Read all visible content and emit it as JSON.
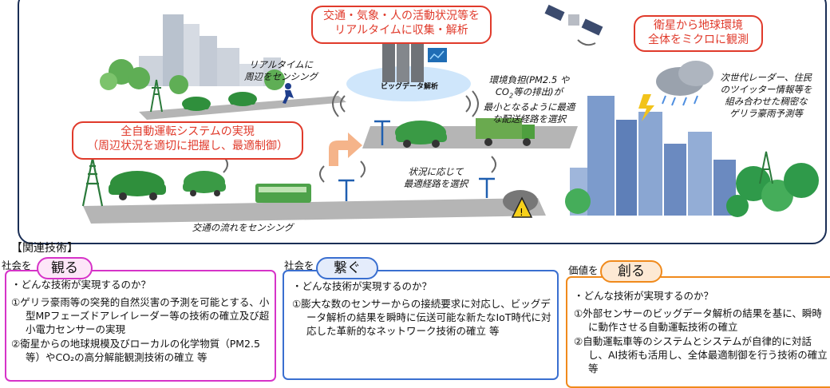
{
  "scene": {
    "callout_bigdata": [
      "交通・気象・人の活動状況等を",
      "リアルタイムに収集・解析"
    ],
    "callout_satellite": [
      "衛星から地球環境",
      "全体をミクロに観測"
    ],
    "callout_autodrive": [
      "全自動運転システムの実現",
      "（周辺状況を適切に把握し、最適制御）"
    ],
    "bigdata_label": "ビッグデータ解析",
    "note_realtime": [
      "リアルタイムに",
      "周辺をセンシング"
    ],
    "note_env_1": "環境負担(PM2.5 や",
    "note_env_co": "CO",
    "note_env_sub": "2",
    "note_env_2": "等の排出)が",
    "note_env_rest": [
      "最小となるように最適",
      "な配送経路を選択"
    ],
    "note_radar": [
      "次世代レーダー、住民",
      "のツイッター情報等を",
      "組み合わせた稠密な",
      "ゲリラ豪雨予測等"
    ],
    "note_route": [
      "状況に応じて",
      "最適経路を選択"
    ],
    "note_traffic": "交通の流れをセンシング"
  },
  "related": {
    "header": "【関連技術】",
    "panels": [
      {
        "prefix": "社会を",
        "badge": "観る",
        "question": "・どんな技術が実現するのか？",
        "items": [
          "①ゲリラ豪雨等の突発的自然災害の予測を可能とする、小型MPフェーズドアレイレーダー等の技術の確立及び超小電力センサーの実現",
          "②衛星からの地球規模及びローカルの化学物質（PM2.5等）やCO₂の高分解能観測技術の確立 等"
        ],
        "color": "#d633c8"
      },
      {
        "prefix": "社会を",
        "badge": "繋ぐ",
        "question": "・どんな技術が実現するのか？",
        "items": [
          "①膨大な数のセンサーからの接続要求に対応し、ビッグデータ解析の結果を瞬時に伝送可能な新たなIoT時代に対応した革新的なネットワーク技術の確立 等"
        ],
        "color": "#3a6fd0"
      },
      {
        "prefix": "価値を",
        "badge": "創る",
        "question": "・どんな技術が実現するのか？",
        "items": [
          "①外部センサーのビッグデータ解析の結果を基に、瞬時に動作させる自動運転技術の確立",
          "②自動運転車等のシステムとシステムが自律的に対話し、AI技術も活用し、全体最適制御を行う技術の確立 等"
        ],
        "color": "#f08a1c"
      }
    ]
  }
}
